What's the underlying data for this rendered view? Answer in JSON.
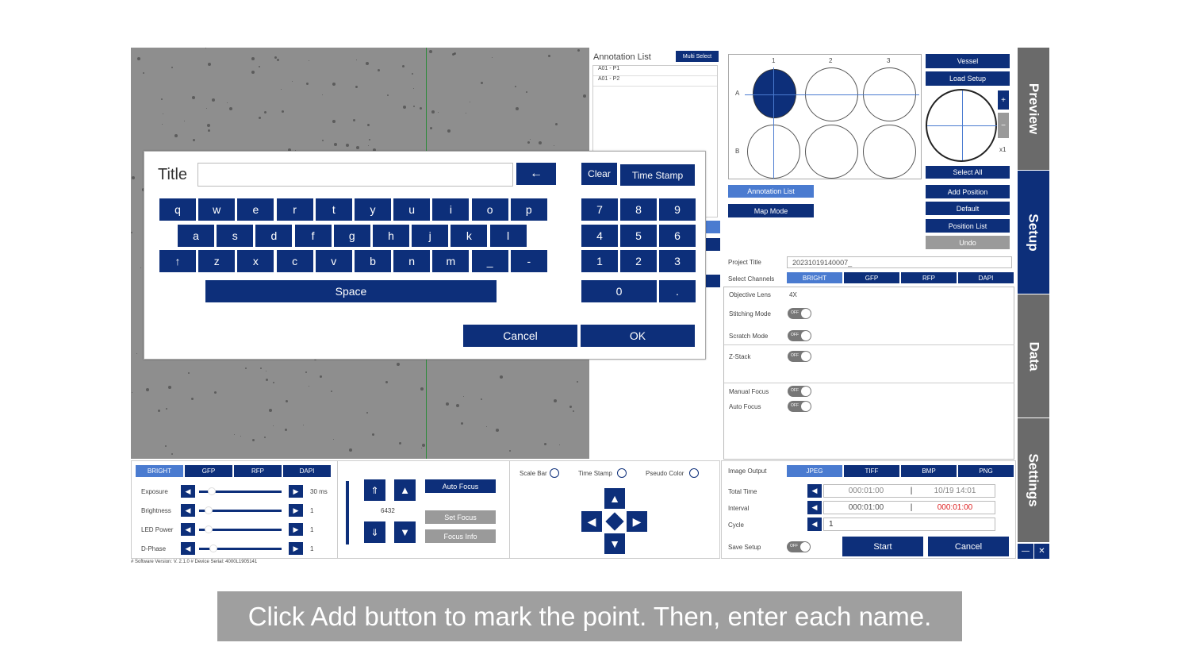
{
  "microscope": {
    "crosshair": true
  },
  "annotation": {
    "title": "Annotation List",
    "multi_select": "Multi Select",
    "items": [
      "A01 - P1",
      "A01 - P2"
    ]
  },
  "plate": {
    "cols": [
      "1",
      "2",
      "3"
    ],
    "rows": [
      "A",
      "B"
    ],
    "vessel": "Vessel",
    "load_setup": "Load Setup",
    "select_all": "Select All",
    "plus": "+",
    "minus": "−",
    "zoom": "x1",
    "annotation_list": "Annotation List",
    "map_mode": "Map Mode",
    "add_position": "Add Position",
    "default": "Default",
    "position_list": "Position List",
    "undo": "Undo"
  },
  "setup": {
    "project_title_label": "Project Title",
    "project_title_value": "20231019140007_",
    "select_channels_label": "Select Channels",
    "channels": [
      "BRIGHT",
      "GFP",
      "RFP",
      "DAPI"
    ],
    "objective_label": "Objective Lens",
    "objective_value": "4X",
    "stitching_label": "Stitching Mode",
    "scratch_label": "Scratch Mode",
    "zstack_label": "Z-Stack",
    "manual_focus_label": "Manual Focus",
    "auto_focus_label": "Auto Focus",
    "off": "OFF",
    "image_output_label": "Image Output",
    "formats": [
      "JPEG",
      "TIFF",
      "BMP",
      "PNG"
    ],
    "total_time_label": "Total Time",
    "total_time_value": "000:01:00",
    "total_time_end": "10/19 14:01",
    "interval_label": "Interval",
    "interval_value": "000:01:00",
    "interval_right": "000:01:00",
    "cycle_label": "Cycle",
    "cycle_value": "1",
    "save_setup_label": "Save Setup",
    "start": "Start",
    "cancel": "Cancel"
  },
  "sidetabs": [
    "Preview",
    "Setup",
    "Data",
    "Settings"
  ],
  "window": {
    "minimize": "—",
    "close": "✕"
  },
  "controls": {
    "channels": [
      "BRIGHT",
      "GFP",
      "RFP",
      "DAPI"
    ],
    "rows": [
      {
        "label": "Exposure",
        "value": "30 ms"
      },
      {
        "label": "Brightness",
        "value": "1"
      },
      {
        "label": "LED Power",
        "value": "1"
      },
      {
        "label": "D-Phase",
        "value": "1"
      }
    ],
    "focus_value": "6432",
    "auto_focus": "Auto Focus",
    "set_focus": "Set Focus",
    "focus_info": "Focus Info",
    "scale_bar": "Scale Bar",
    "time_stamp": "Time Stamp",
    "pseudo_color": "Pseudo Color"
  },
  "version": "# Software Version: V. 2.1.0 # Device Serial: 4000L1905141",
  "dialog": {
    "title_label": "Title",
    "title_value": "",
    "backspace": "←",
    "clear": "Clear",
    "time_stamp": "Time Stamp",
    "row1": [
      "q",
      "w",
      "e",
      "r",
      "t",
      "y",
      "u",
      "i",
      "o",
      "p"
    ],
    "row2": [
      "a",
      "s",
      "d",
      "f",
      "g",
      "h",
      "j",
      "k",
      "l"
    ],
    "row3": [
      "↑",
      "z",
      "x",
      "c",
      "v",
      "b",
      "n",
      "m",
      "_",
      "-"
    ],
    "space": "Space",
    "numpad": [
      "7",
      "8",
      "9",
      "4",
      "5",
      "6",
      "1",
      "2",
      "3"
    ],
    "zero": "0",
    "dot": ".",
    "cancel": "Cancel",
    "ok": "OK"
  },
  "caption": "Click Add button to mark the point. Then, enter each name."
}
